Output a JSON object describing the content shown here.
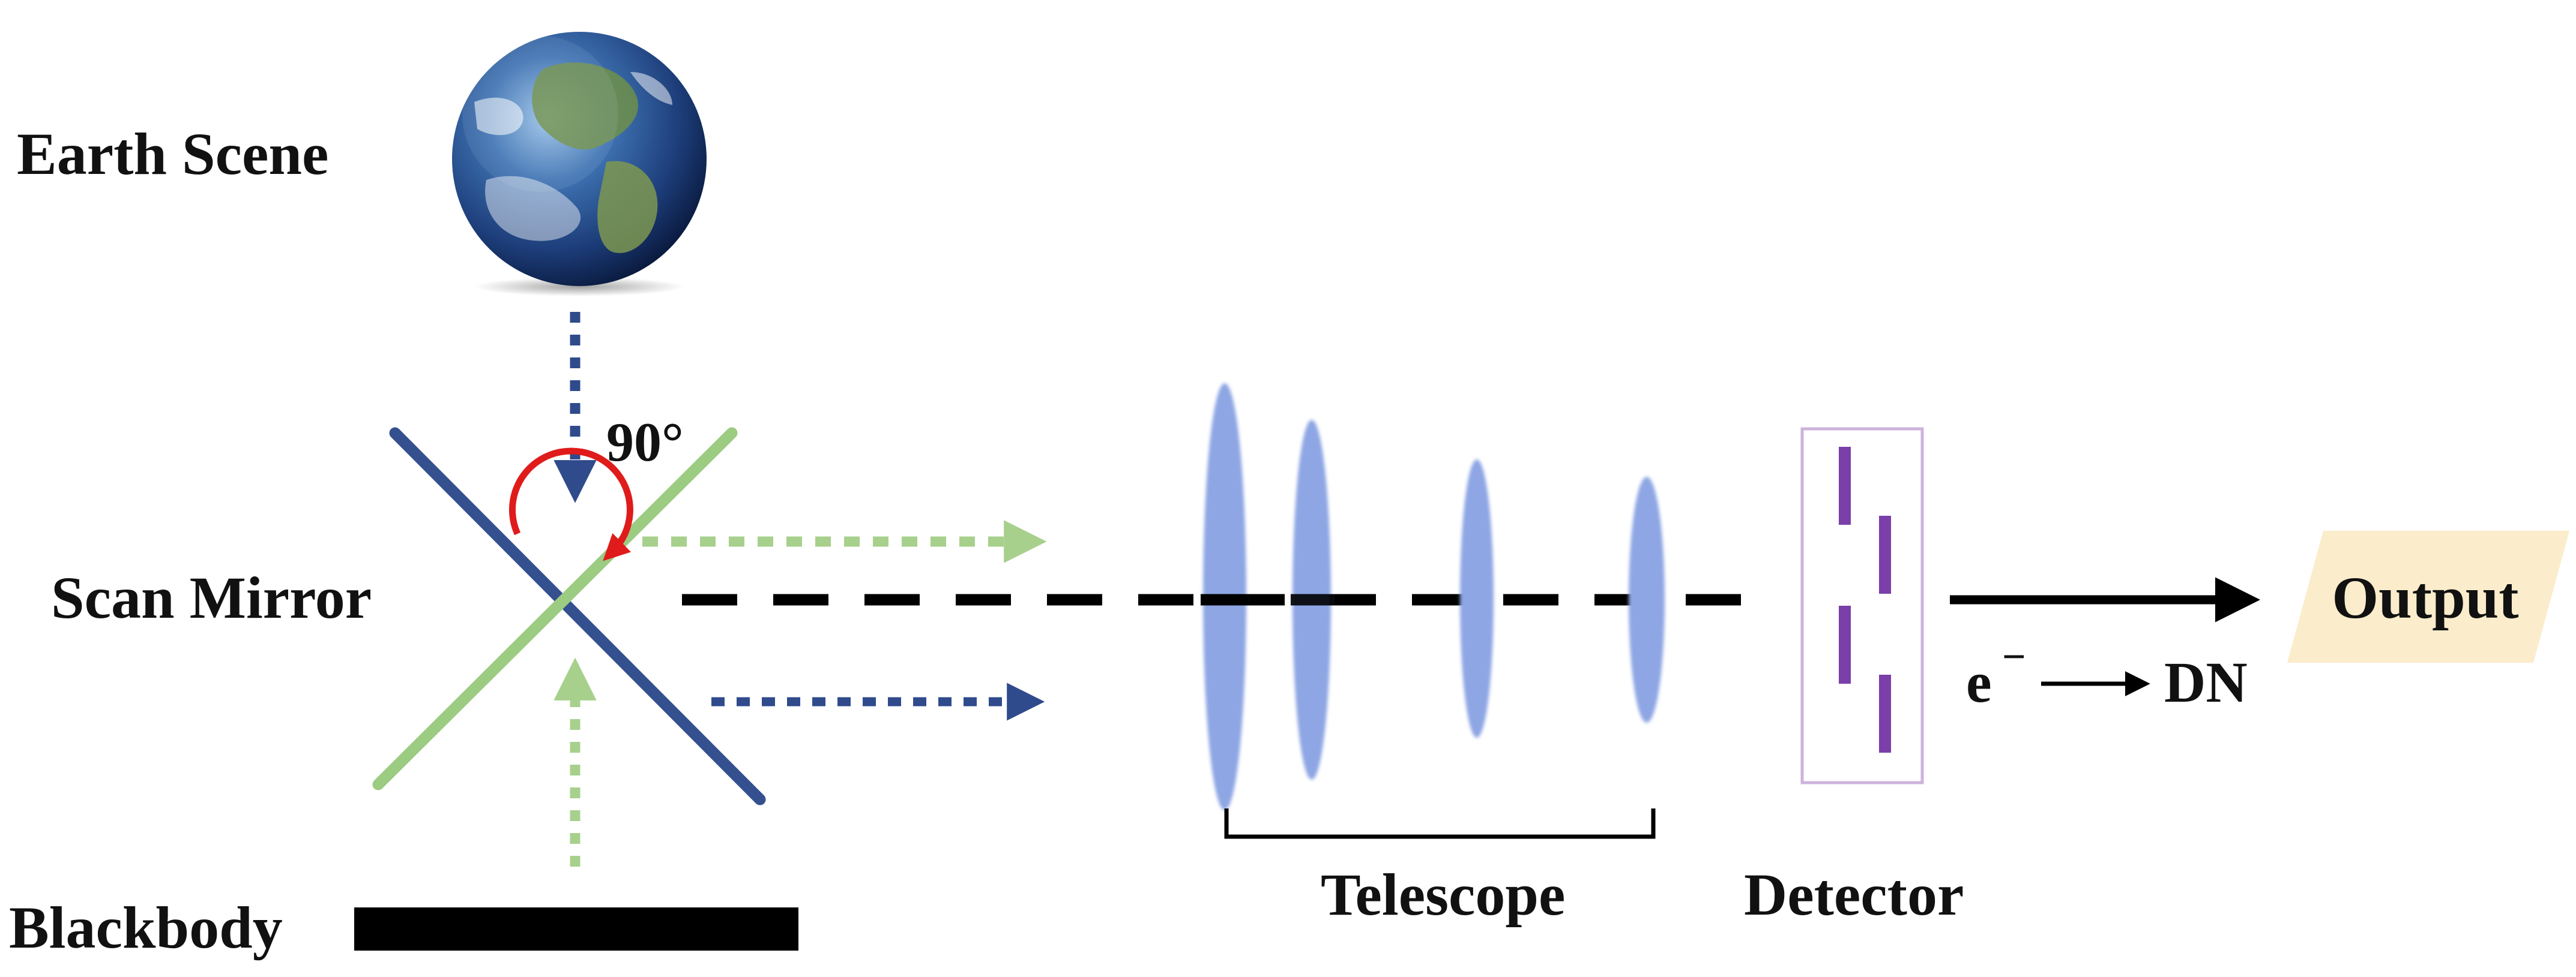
{
  "labels": {
    "earth_scene": "Earth Scene",
    "scan_mirror": "Scan Mirror",
    "blackbody": "Blackbody",
    "angle": "90°",
    "telescope": "Telescope",
    "detector": "Detector",
    "output": "Output",
    "electron": "e",
    "electron_sup": "−",
    "dn": "DN"
  },
  "colors": {
    "earth_beam": "#2f4b8c",
    "blackbody_beam": "#a7d08c",
    "mirror_blue": "#34508f",
    "mirror_green": "#9ccb82",
    "angle_arc": "#e01b1b",
    "lens": "#8ea6e4",
    "detector_element": "#7a3fa8",
    "detector_frame": "#cdb3dc",
    "output_fill": "#fbeccb",
    "axis": "#000000"
  },
  "icons": {
    "earth": "earth-globe-icon"
  }
}
